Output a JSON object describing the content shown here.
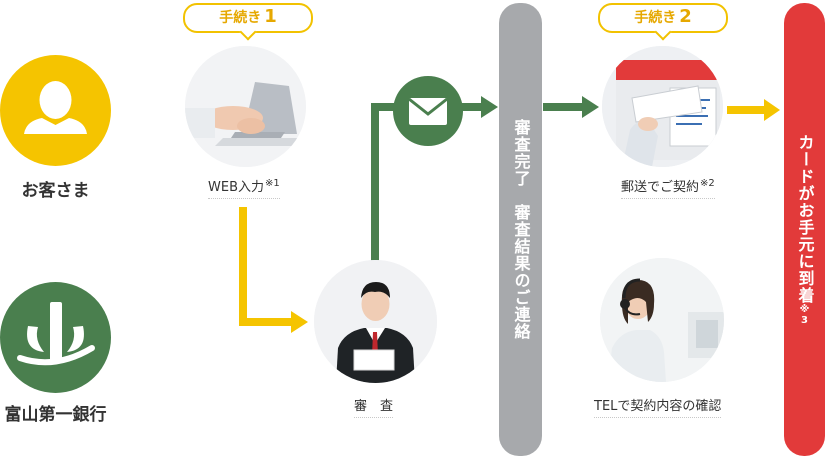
{
  "actors": {
    "customer": "お客さま",
    "bank": "富山第一銀行"
  },
  "steps": {
    "step1": "手続き",
    "step1_num": "1",
    "step2": "手続き",
    "step2_num": "2"
  },
  "captions": {
    "web": "WEB入力",
    "web_note": "※1",
    "review": "審　査",
    "mail": "郵送でご契約",
    "mail_note": "※2",
    "tel": "TELで契約内容の確認"
  },
  "bars": {
    "review_done": "審査完了　審査結果のご連絡",
    "card_arrive": "カードがお手元に到着",
    "card_note": "※3"
  },
  "colors": {
    "yellow": "#f5c400",
    "green": "#4a7f4e",
    "gray": "#a7a9ac",
    "red": "#e23a3a"
  }
}
